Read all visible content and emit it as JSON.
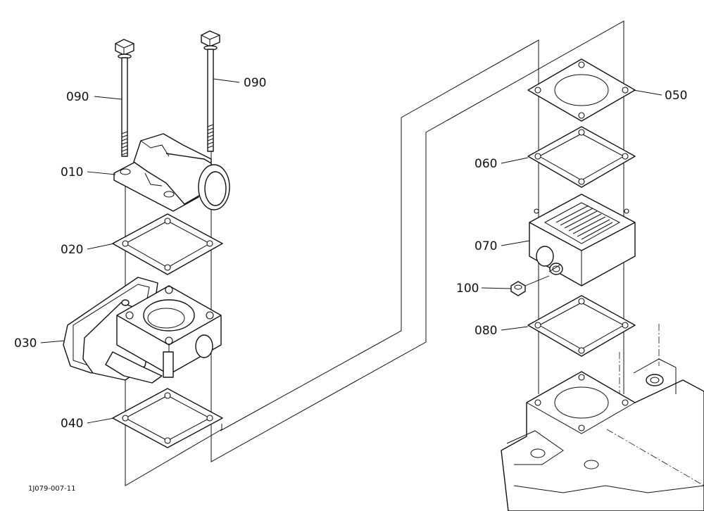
{
  "drawing_code": "1J079-007-11",
  "callouts": {
    "bolt_left": "090",
    "bolt_right": "090",
    "joint_pipe": "010",
    "gasket_upper_left": "020",
    "throttle_body": "030",
    "gasket_lower_left": "040",
    "gasket_top_right": "050",
    "gasket_second_right": "060",
    "heater_block": "070",
    "nut": "100",
    "gasket_lower_right": "080"
  }
}
